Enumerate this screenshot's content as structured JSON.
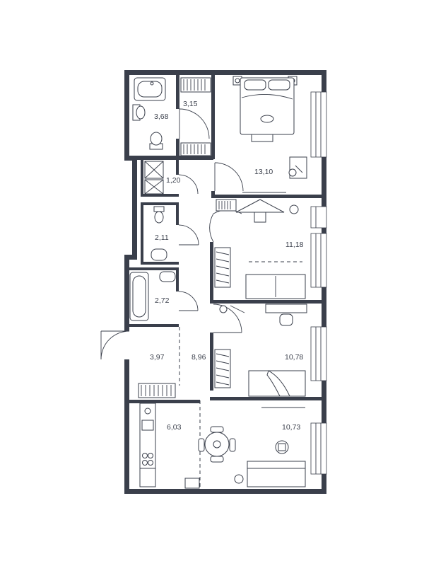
{
  "rooms": [
    {
      "id": "bath-1",
      "area": "3,68"
    },
    {
      "id": "wardrobe-1",
      "area": "3,15"
    },
    {
      "id": "bedroom-1",
      "area": "13,10"
    },
    {
      "id": "utility",
      "area": "1,20"
    },
    {
      "id": "toilet",
      "area": "2,11"
    },
    {
      "id": "bedroom-2",
      "area": "11,18"
    },
    {
      "id": "bath-2",
      "area": "2,72"
    },
    {
      "id": "entry",
      "area": "3,97"
    },
    {
      "id": "hall",
      "area": "8,96"
    },
    {
      "id": "bedroom-3",
      "area": "10,78"
    },
    {
      "id": "kitchen",
      "area": "6,03"
    },
    {
      "id": "living",
      "area": "10,73"
    }
  ],
  "colors": {
    "wall": "#3a3f4b",
    "background": "#ffffff"
  }
}
